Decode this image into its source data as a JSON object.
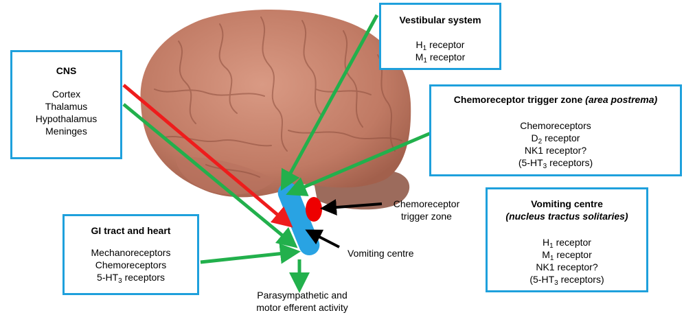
{
  "colors": {
    "box_border": "#1ea0dc",
    "brain": "#c98670",
    "cerebellum": "#9c6b5c",
    "brainstem_blue": "#29a3e3",
    "ctz_red": "#ee0000",
    "green_arrow": "#22b04c",
    "red_arrow": "#ee1c1c",
    "black_arrow": "#000000"
  },
  "boxes": {
    "cns": {
      "title": "CNS",
      "lines": [
        "Cortex",
        "Thalamus",
        "Hypothalamus",
        "Meninges"
      ]
    },
    "vestibular": {
      "title": "Vestibular system",
      "lines": [
        {
          "pre": "H",
          "sub": "1",
          "post": " receptor"
        },
        {
          "pre": "M",
          "sub": "1",
          "post": " receptor"
        }
      ]
    },
    "ctz": {
      "title": "Chemoreceptor trigger zone ",
      "title_italic": "(area postrema)",
      "lines": [
        {
          "pre": "Chemoreceptors",
          "sub": "",
          "post": ""
        },
        {
          "pre": "D",
          "sub": "2",
          "post": " receptor"
        },
        {
          "pre": "NK1 receptor?",
          "sub": "",
          "post": ""
        },
        {
          "pre": "(5-HT",
          "sub": "3",
          "post": " receptors)"
        }
      ]
    },
    "gi": {
      "title": "GI tract and heart",
      "lines": [
        {
          "pre": "Mechanoreceptors",
          "sub": "",
          "post": ""
        },
        {
          "pre": "Chemoreceptors",
          "sub": "",
          "post": ""
        },
        {
          "pre": "5-HT",
          "sub": "3",
          "post": " receptors"
        }
      ]
    },
    "vc": {
      "title": "Vomiting centre",
      "subtitle": "(nucleus tractus solitaries)",
      "lines": [
        {
          "pre": "H",
          "sub": "1",
          "post": " receptor"
        },
        {
          "pre": "M",
          "sub": "1",
          "post": " receptor"
        },
        {
          "pre": "NK1 receptor?",
          "sub": "",
          "post": ""
        },
        {
          "pre": "(5-HT",
          "sub": "3",
          "post": " receptors)"
        }
      ]
    }
  },
  "labels": {
    "ctz_line1": "Chemoreceptor",
    "ctz_line2": "trigger zone",
    "vomiting_centre": "Vomiting centre",
    "output_line1": "Parasympathetic and",
    "output_line2": "motor efferent activity"
  }
}
